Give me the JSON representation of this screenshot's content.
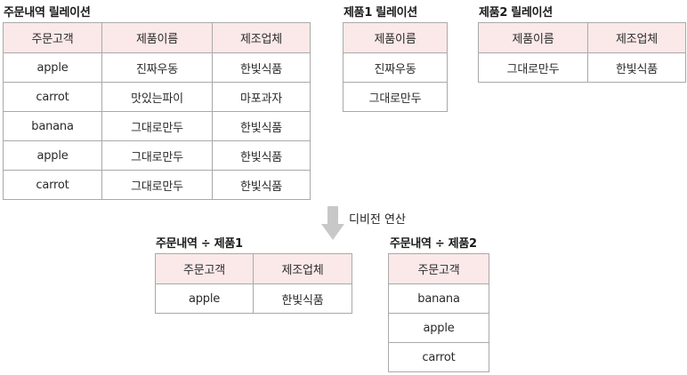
{
  "orders": {
    "caption": "주문내역 릴레이션",
    "headers": [
      "주문고객",
      "제품이름",
      "제조업체"
    ],
    "rows": [
      [
        "apple",
        "진짜우동",
        "한빛식품"
      ],
      [
        "carrot",
        "맛있는파이",
        "마포과자"
      ],
      [
        "banana",
        "그대로만두",
        "한빛식품"
      ],
      [
        "apple",
        "그대로만두",
        "한빛식품"
      ],
      [
        "carrot",
        "그대로만두",
        "한빛식품"
      ]
    ]
  },
  "product1": {
    "caption": "제품1 릴레이션",
    "headers": [
      "제품이름"
    ],
    "rows": [
      [
        "진짜우동"
      ],
      [
        "그대로만두"
      ]
    ]
  },
  "product2": {
    "caption": "제품2 릴레이션",
    "headers": [
      "제품이름",
      "제조업체"
    ],
    "rows": [
      [
        "그대로만두",
        "한빛식품"
      ]
    ]
  },
  "operation": {
    "label": "디비전 연산",
    "arrow_color": "#c8c8c8"
  },
  "result1": {
    "caption": "주문내역 ÷ 제품1",
    "headers": [
      "주문고객",
      "제조업체"
    ],
    "rows": [
      [
        "apple",
        "한빛식품"
      ]
    ]
  },
  "result2": {
    "caption": "주문내역 ÷ 제품2",
    "headers": [
      "주문고객"
    ],
    "rows": [
      [
        "banana"
      ],
      [
        "apple"
      ],
      [
        "carrot"
      ]
    ]
  },
  "colors": {
    "header_bg": "#fbe9e9",
    "border": "#a9a9a9"
  }
}
